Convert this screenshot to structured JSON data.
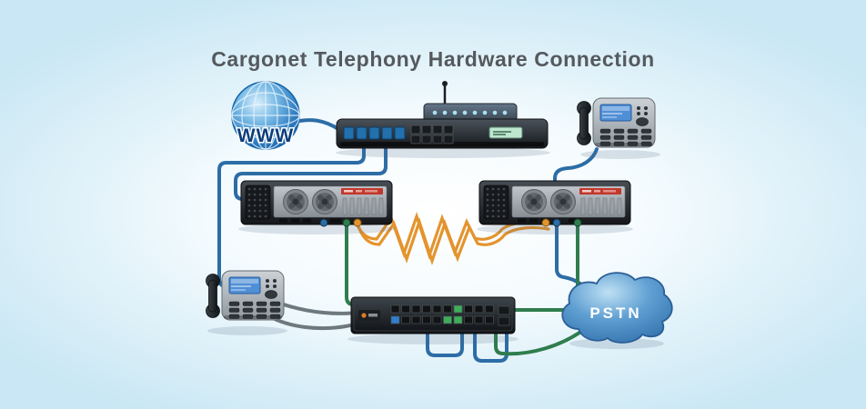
{
  "title": "Cargonet Telephony Hardware Connection",
  "labels": {
    "internet": "WWW",
    "pstn": "PSTN"
  },
  "icons": {
    "internet_globe": "globe-icon",
    "wifi_router": "router-icon",
    "ip_phone_top": "ip-phone-icon",
    "gateway_left": "gateway-unit-icon",
    "gateway_right": "gateway-unit-icon",
    "ip_phone_bottom": "ip-phone-icon",
    "network_switch": "network-switch-icon",
    "pstn_cloud": "cloud-icon",
    "link_orange": "zigzag-link-icon"
  },
  "colors": {
    "background": "#c9e7f4",
    "title_text": "#55595e",
    "cable_blue": "#2c6da6",
    "cable_green": "#2f7d4e",
    "cable_gray": "#6e797f",
    "cable_orange": "#e4942d",
    "globe_blue": "#2f7cc0",
    "cloud_blue": "#2e6ca8",
    "device_dark": "#1b1f23",
    "label_navy": "#0d3d7c",
    "pstn_text": "#ffffff"
  }
}
